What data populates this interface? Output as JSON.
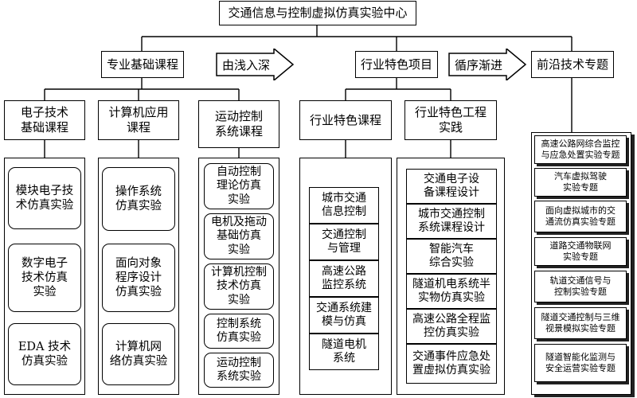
{
  "title": "交通信息与控制虚拟仿真实验中心",
  "arrows": [
    "由浅入深",
    "循序渐进"
  ],
  "columns": {
    "basic": {
      "header": "专业基础课程",
      "groups": [
        {
          "title": "电子技术\n基础课程",
          "items": [
            "模块电子技\n术仿真实验",
            "数字电子\n技术仿真\n实验",
            "EDA 技术\n仿真实验"
          ]
        },
        {
          "title": "计算机应用\n课程",
          "items": [
            "操作系统\n仿真实验",
            "面向对象\n程序设计\n仿真实验",
            "计算机网\n络仿真实验"
          ]
        },
        {
          "title": "运动控制\n系统课程",
          "items": [
            "自动控制\n理论仿真\n实验",
            "电机及拖动\n基础仿真\n实验",
            "计算机控制\n技术仿真\n实验",
            "控制系统\n仿真实验",
            "运动控制\n系统实验"
          ]
        }
      ]
    },
    "industry": {
      "header": "行业特色项目",
      "groups": [
        {
          "title": "行业特色课程",
          "items": [
            "城市交通\n信息控制",
            "交通控制\n与管理",
            "高速公路\n监控系统",
            "交通系统建\n模与仿真",
            "隧道电机\n系统"
          ]
        },
        {
          "title": "行业特色工程\n实践",
          "items": [
            "交通电子设\n备课程设计",
            "城市交通控制\n系统课程设计",
            "智能汽车\n综合实验",
            "隧道机电系统半\n实物仿真实验",
            "高速公路全程监\n控仿真实验",
            "交通事件应急处\n置虚拟仿真实验"
          ]
        }
      ]
    },
    "frontier": {
      "header": "前沿技术专题",
      "items": [
        "高速公路网综合监控\n与应急处置实验专题",
        "汽车虚拟驾驶\n实验专题",
        "面向虚拟城市的交\n通流仿真实验专题",
        "道路交通物联网\n实验专题",
        "轨道交通信号与\n控制实验专题",
        "隧道交通控制与三维\n视景模拟实验专题",
        "隧道智能化监测与\n安全运营实验专题"
      ]
    }
  }
}
